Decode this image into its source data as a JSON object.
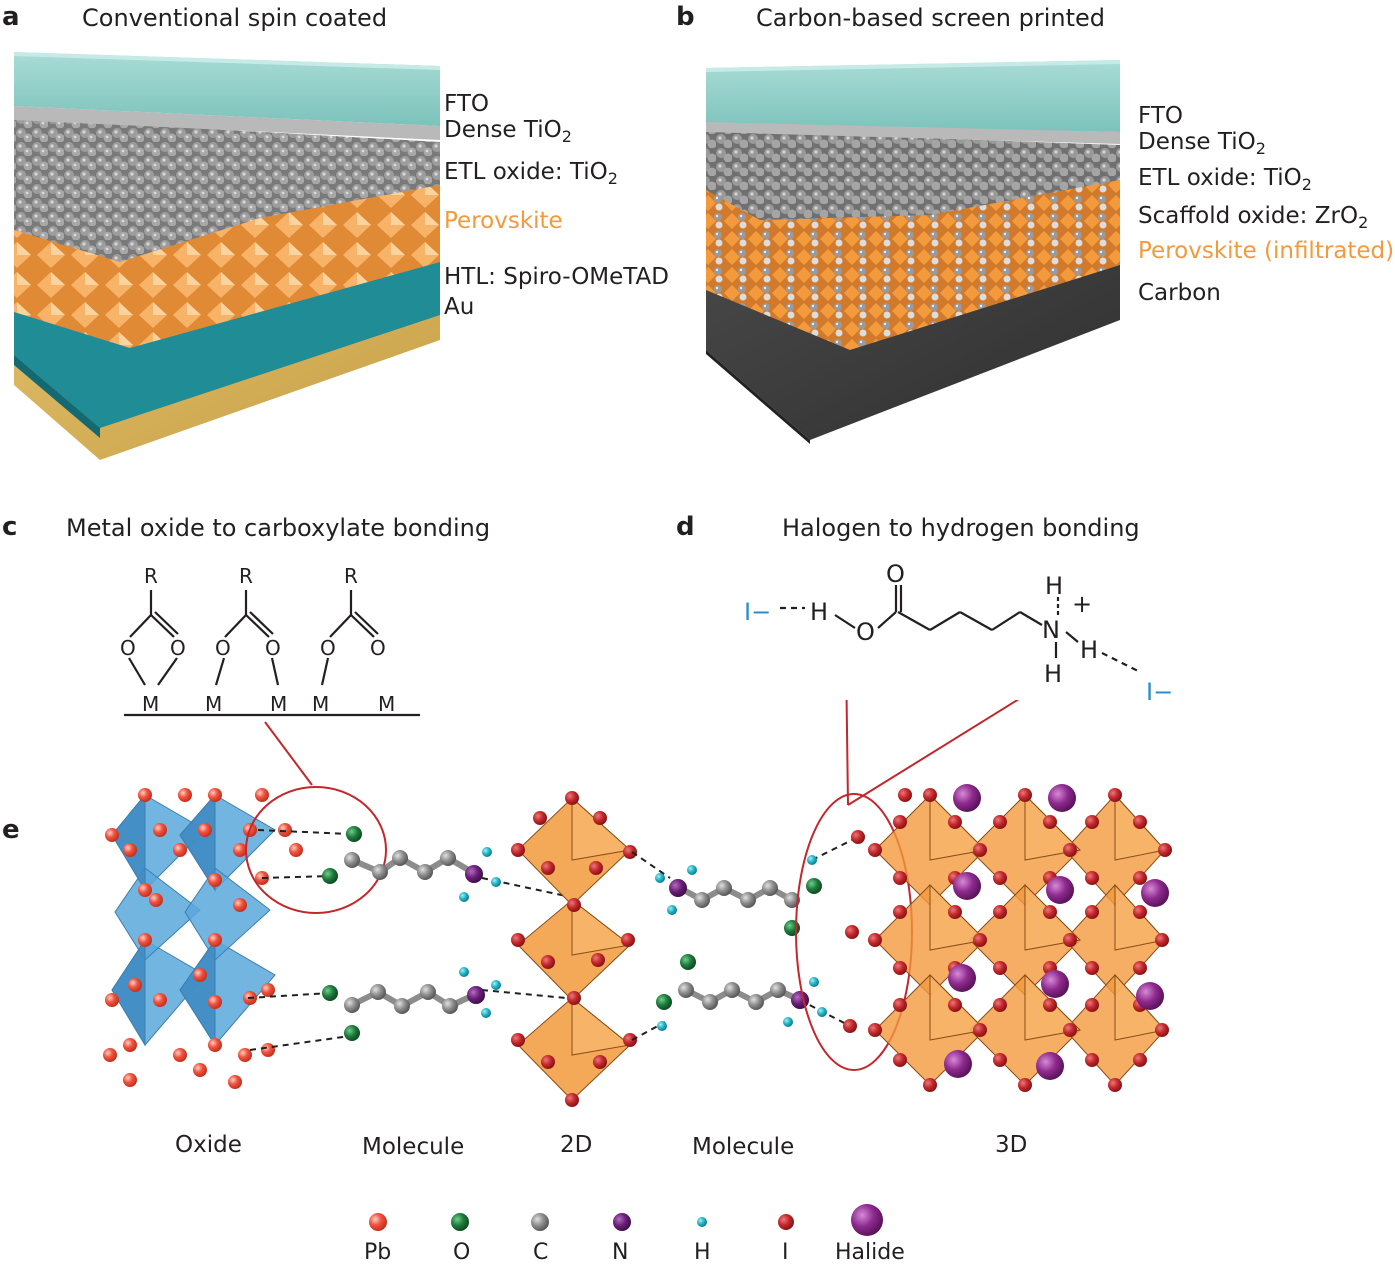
{
  "panel_a": {
    "label": "a",
    "title": "Conventional spin coated",
    "layers": {
      "fto": "FTO",
      "dense": "Dense TiO",
      "dense_sub": "2",
      "etl": "ETL oxide: TiO",
      "etl_sub": "2",
      "perovskite": "Perovskite",
      "htl": "HTL: Spiro-OMeTAD",
      "au": "Au"
    }
  },
  "panel_b": {
    "label": "b",
    "title": "Carbon-based screen printed",
    "layers": {
      "fto": "FTO",
      "dense": "Dense TiO",
      "dense_sub": "2",
      "etl": "ETL oxide: TiO",
      "etl_sub": "2",
      "scaffold": "Scaffold oxide: ZrO",
      "scaffold_sub": "2",
      "perovskite": "Perovskite (infiltrated)",
      "carbon": "Carbon"
    }
  },
  "panel_c": {
    "label": "c",
    "title": "Metal oxide to carboxylate bonding",
    "atoms": {
      "r": "R",
      "o": "O",
      "m": "M"
    }
  },
  "panel_d": {
    "label": "d",
    "title": "Halogen to hydrogen bonding",
    "atoms": {
      "o": "O",
      "h": "H",
      "n": "N",
      "plus": "+",
      "iodide": "I−"
    }
  },
  "panel_e": {
    "label": "e",
    "sections": [
      "Oxide",
      "Molecule",
      "2D",
      "Molecule",
      "3D"
    ]
  },
  "legend": [
    {
      "label": "Pb",
      "color": "#f0533f"
    },
    {
      "label": "O",
      "color": "#1e7a3c"
    },
    {
      "label": "C",
      "color": "#8c8c8c"
    },
    {
      "label": "N",
      "color": "#6b1f7a"
    },
    {
      "label": "H",
      "color": "#1fb5c8"
    },
    {
      "label": "I",
      "color": "#c4272b"
    },
    {
      "label": "Halide",
      "color": "#8e2a8e"
    }
  ],
  "colors": {
    "glass": "#8fcfc8",
    "tio2": "#b8b8b8",
    "perovskite": "#f29a3c",
    "spiro": "#1f8c96",
    "gold": "#d9b25a",
    "carbon": "#3d3d3d",
    "oxide_octahedra": "#5aa8dc",
    "callout": "#c4272b",
    "iodide_text": "#2c8ec9"
  }
}
